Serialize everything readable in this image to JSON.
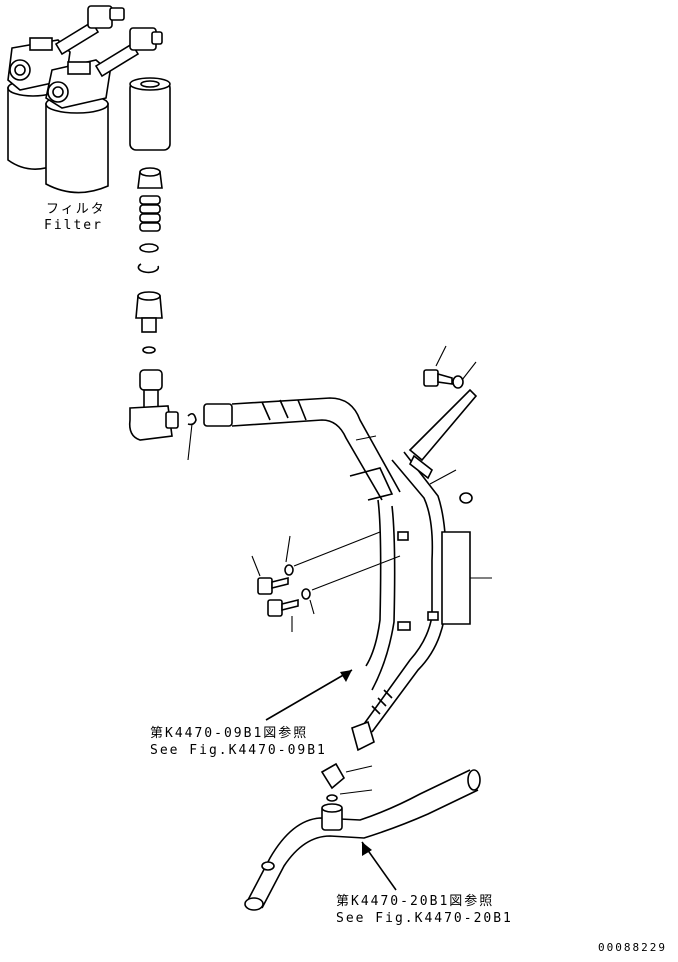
{
  "labels": {
    "filter_jp": "フィルタ",
    "filter_en": "Filter",
    "ref1_jp": "第K4470-09B1図参照",
    "ref1_en": "See Fig.K4470-09B1",
    "ref2_jp": "第K4470-20B1図参照",
    "ref2_en": "See Fig.K4470-20B1",
    "drawing_number": "00088229"
  }
}
